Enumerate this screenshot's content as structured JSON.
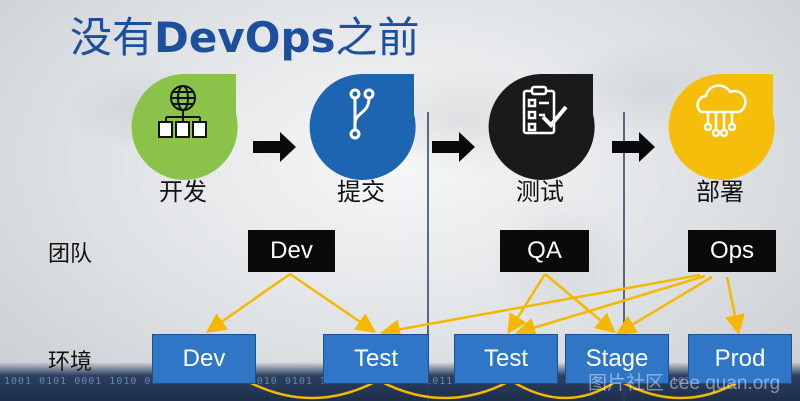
{
  "title": {
    "prefix": "没有",
    "bold": "DevOps",
    "suffix": "之前"
  },
  "stages": [
    {
      "label": "开发",
      "icon": "globe-files-icon",
      "color": "#8bc34a"
    },
    {
      "label": "提交",
      "icon": "git-branch-icon",
      "color": "#1d64b3"
    },
    {
      "label": "测试",
      "icon": "checklist-icon",
      "color": "#1a1a1a"
    },
    {
      "label": "部署",
      "icon": "cloud-circuit-icon",
      "color": "#f5be0b"
    }
  ],
  "rows": {
    "team": "团队",
    "env": "环境"
  },
  "teams": [
    "Dev",
    "QA",
    "Ops"
  ],
  "environments": [
    "Dev",
    "Test",
    "Test",
    "Stage",
    "Prod"
  ],
  "colors": {
    "title": "#1d4f9e",
    "env": "#2f76c6",
    "arrow": "#f5b800",
    "team": "#0a0a0a"
  },
  "footer": {
    "binary": "1001 0101 0001 1010 0101 1100 0011 1010 0101 1001 0110 0001 1011 0100 1101 0010 1001 0111 0001 1010",
    "watermark": "图片社区 cee quan.org"
  }
}
